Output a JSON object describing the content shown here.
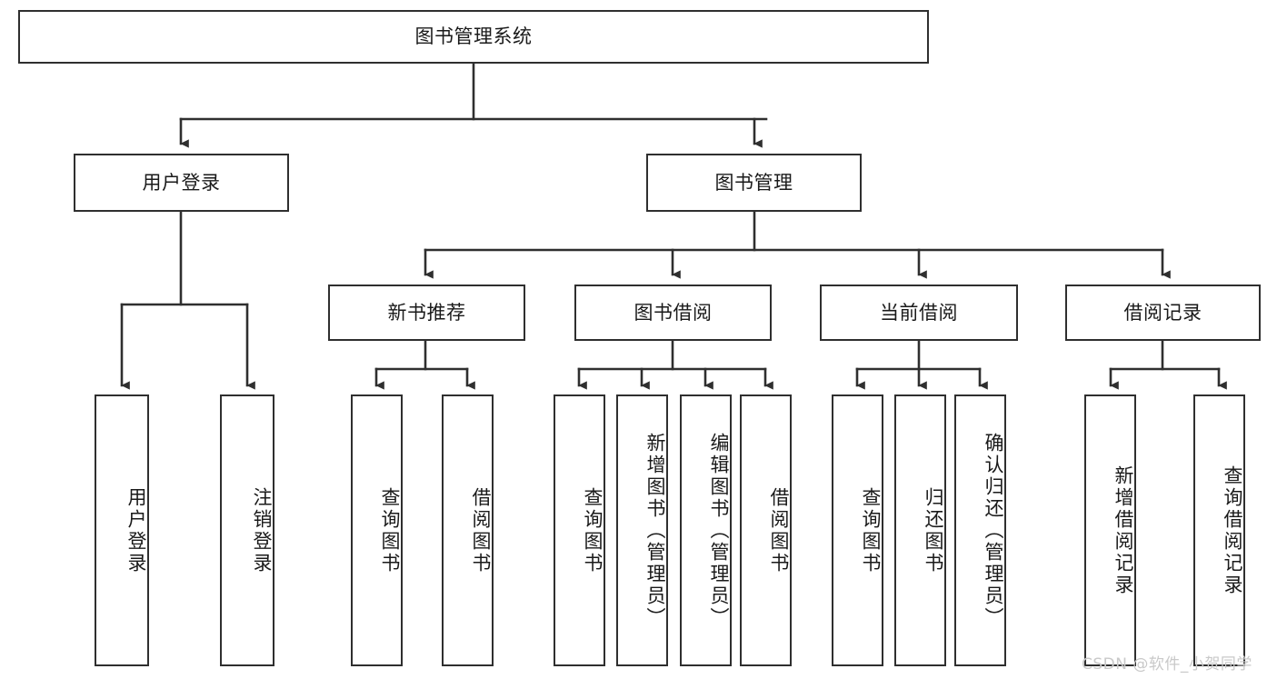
{
  "diagram": {
    "title": "图书管理系统",
    "watermark": "CSDN @软件_小贺同学",
    "line_color": "#2f2f2f",
    "box_fill": "#ffffff",
    "text_color": "#1a1a1a",
    "nodes": {
      "root": "图书管理系统",
      "level2": [
        "用户登录",
        "图书管理"
      ],
      "level3": [
        "新书推荐",
        "图书借阅",
        "当前借阅",
        "借阅记录"
      ],
      "leaves": {
        "user_login": [
          "用户登录",
          "注销登录"
        ],
        "new_book_rec": [
          "查询图书",
          "借阅图书"
        ],
        "book_borrow": [
          "查询图书",
          "新增图书（管理员）",
          "编辑图书（管理员）",
          "借阅图书"
        ],
        "current_borrow": [
          "查询图书",
          "归还图书",
          "确认归还（管理员）"
        ],
        "borrow_record": [
          "新增借阅记录",
          "查询借阅记录"
        ]
      }
    }
  }
}
